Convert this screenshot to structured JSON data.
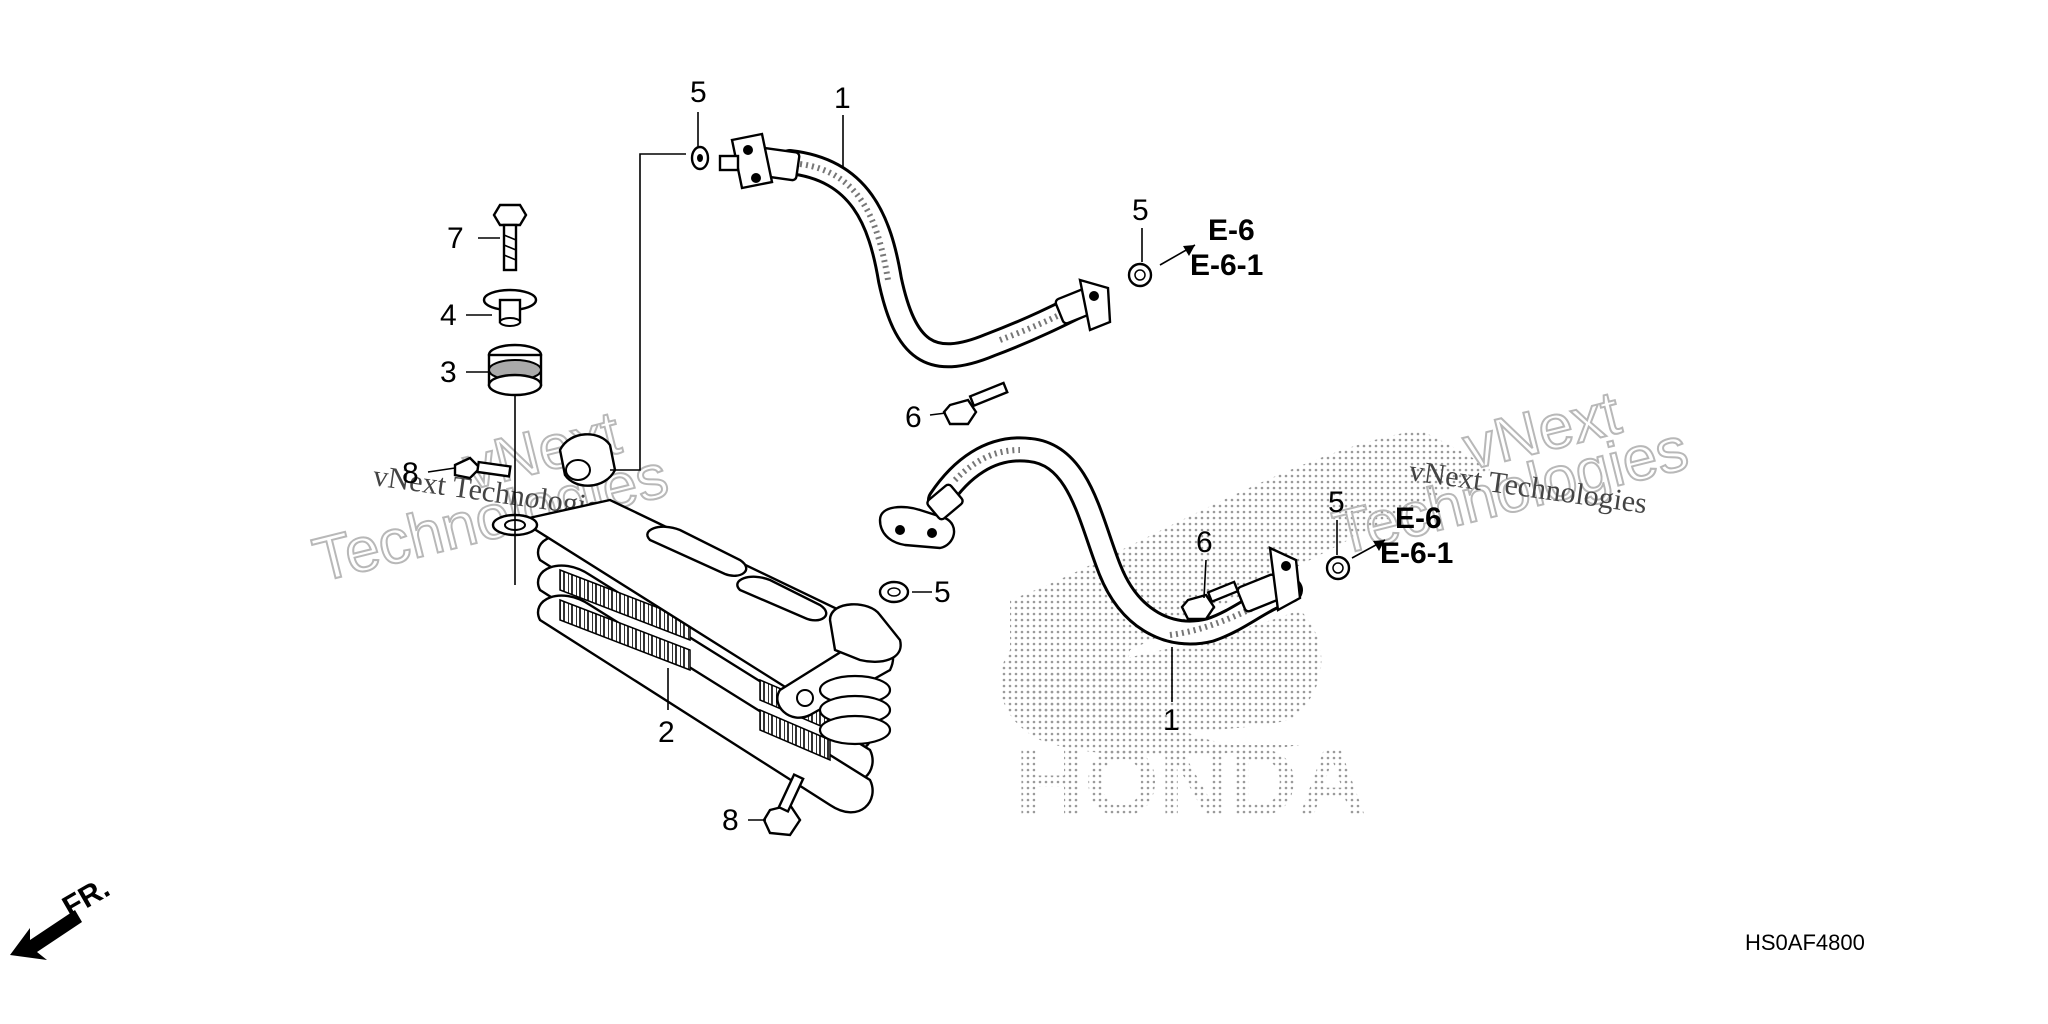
{
  "callouts": {
    "hose_upper": "1",
    "hose_lower": "1",
    "cooler": "2",
    "grommet": "3",
    "collar": "4",
    "washer_top_left": "5",
    "washer_top_right": "5",
    "washer_cooler": "5",
    "washer_lower_right": "5",
    "bolt_mid": "6",
    "bolt_lower": "6",
    "bolt_top": "7",
    "bolt_left": "8",
    "bolt_bottom": "8"
  },
  "refs": {
    "upper_a": "E-6",
    "upper_b": "E-6-1",
    "lower_a": "E-6",
    "lower_b": "E-6-1"
  },
  "direction_label": "FR.",
  "diagram_code": "HS0AF4800",
  "watermark": {
    "brand_line": "vNext Technologies",
    "outline_a": "vNext",
    "outline_b": "Technologies",
    "logo_text": "HONDA"
  },
  "icons": [
    "front-direction-arrow-icon",
    "honda-wing-logo"
  ]
}
